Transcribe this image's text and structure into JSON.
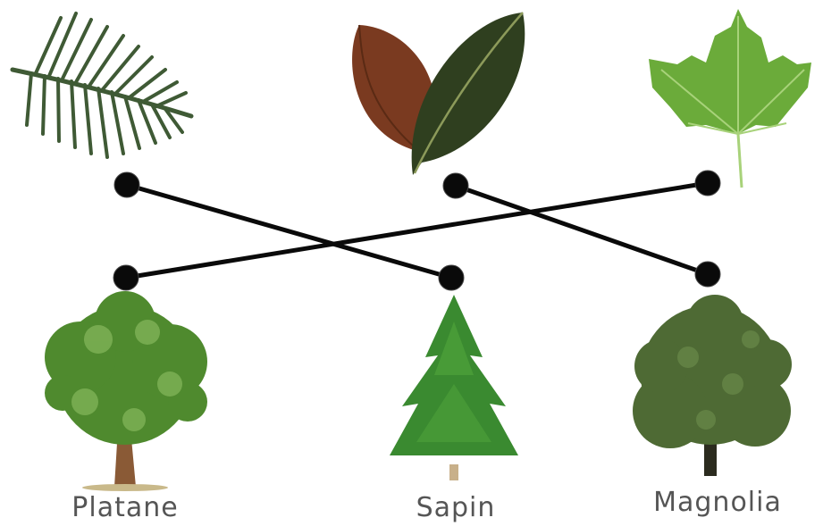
{
  "labels": {
    "platane": "Platane",
    "sapin": "Sapin",
    "magnolia": "Magnolia"
  },
  "matches": [
    {
      "leaf": "fir-needle-sprig",
      "tree": "Sapin"
    },
    {
      "leaf": "magnolia-leaves",
      "tree": "Magnolia"
    },
    {
      "leaf": "plane-leaf",
      "tree": "Platane"
    }
  ],
  "colors": {
    "line": "#0a0a0a",
    "dot": "#0a0a0a",
    "label": "#555555",
    "fir": "#3f5a35",
    "magnolia_dark": "#2f3f1f",
    "magnolia_brown": "#7a3a20",
    "plane_leaf": "#6bab3a",
    "tree_green": "#4f8a2e",
    "trunk": "#8a5a36"
  }
}
